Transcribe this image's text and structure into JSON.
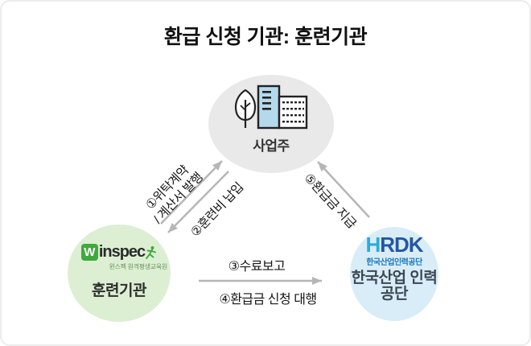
{
  "title": "환급 신청 기관: 훈련기관",
  "nodes": {
    "employer": {
      "label": "사업주"
    },
    "training": {
      "logo_w": "W",
      "logo_rest": "inspec",
      "logo_sub": "윈스펙 원격평생교육원",
      "label": "훈련기관"
    },
    "hrdk": {
      "logo_h": "H",
      "logo_rdk": "RDK",
      "logo_sub": "한국산업인력공단",
      "label_line1": "한국산업",
      "label_line2": "인력공단"
    }
  },
  "edges": {
    "e1": {
      "label_line1": "①위탁계약",
      "label_line2": "/ 계산서 발행"
    },
    "e2": {
      "label": "②훈련비 납입"
    },
    "e3": {
      "label": "③수료보고"
    },
    "e4": {
      "label": "④환급금 신청 대행"
    },
    "e5": {
      "label": "⑤환급금 지급"
    }
  },
  "colors": {
    "arrow": "#b6b6b6",
    "employer_circle": "#e9e9e9",
    "training_circle": "#dcefd2",
    "hrdk_circle": "#d9edf8",
    "winspec_green": "#3faa3c",
    "hrdk_logo_light": "#29abe2",
    "hrdk_logo_dark": "#2356a8",
    "hrdk_logo_text": "#1878be",
    "building_blue": "#b5d9ec",
    "text_dark": "#1c1c1c"
  }
}
